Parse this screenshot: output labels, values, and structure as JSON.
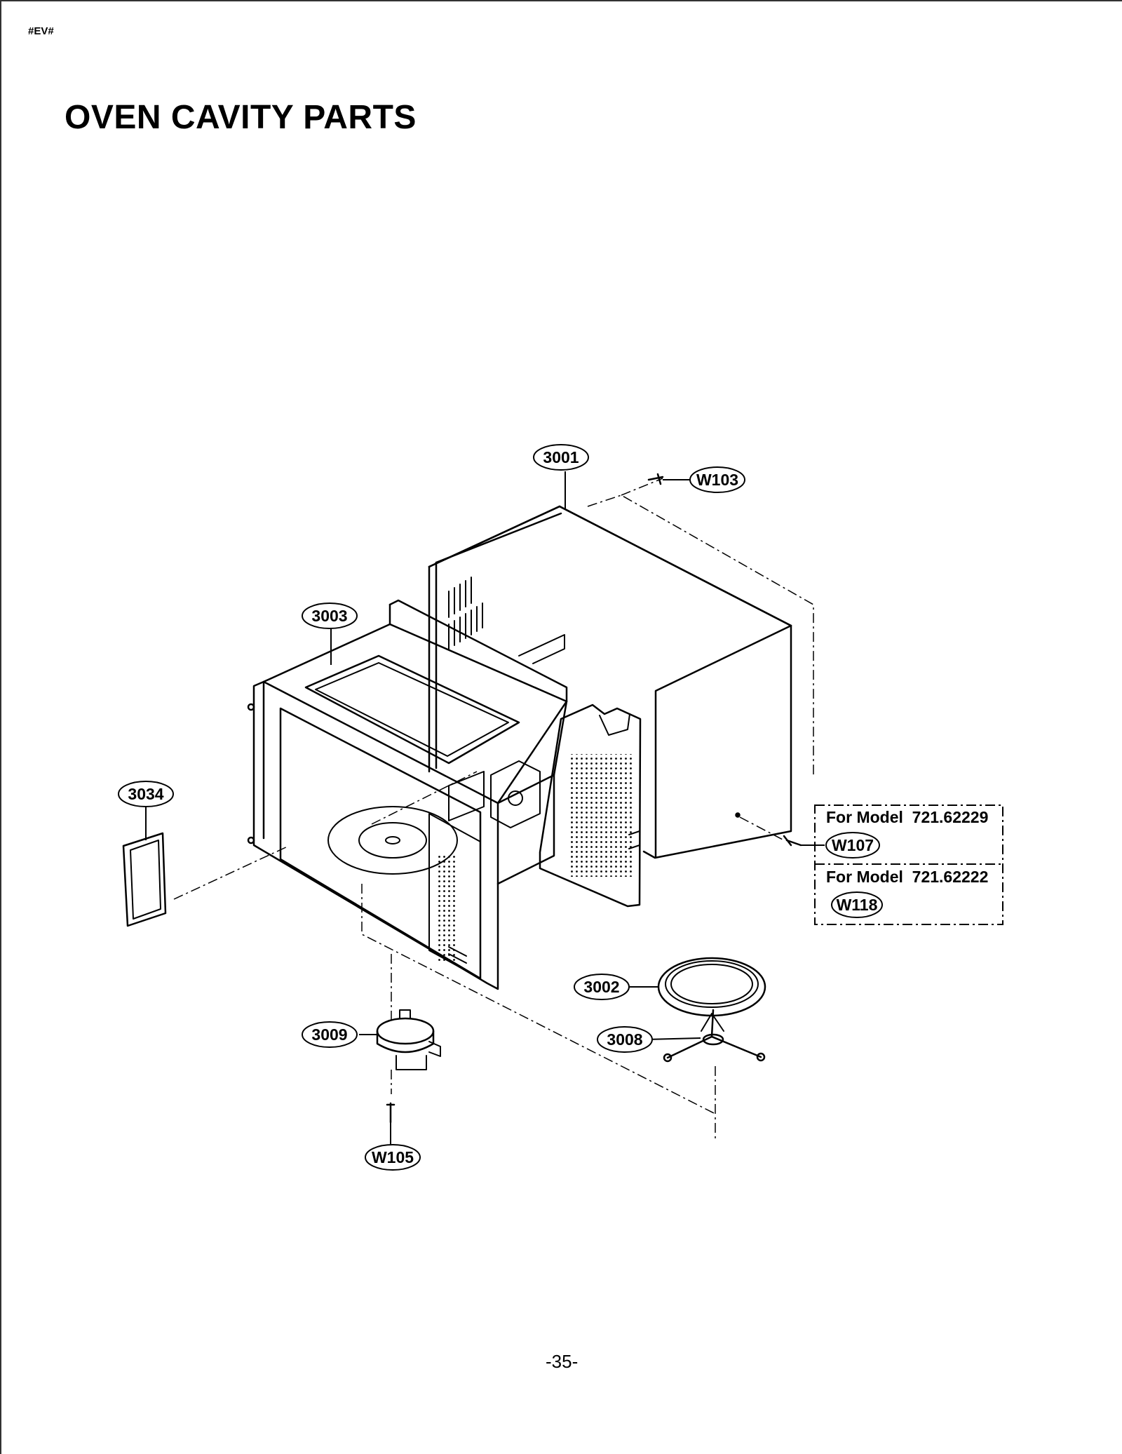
{
  "header": {
    "doc_code": "#EV#",
    "title": "OVEN CAVITY PARTS"
  },
  "callouts": {
    "p3001": "3001",
    "w103": "W103",
    "p3003": "3003",
    "p3034": "3034",
    "w107": "W107",
    "w118": "W118",
    "p3002": "3002",
    "p3008": "3008",
    "p3009": "3009",
    "w105": "W105"
  },
  "model_notes": {
    "model_a": "For Model  721.62229",
    "model_b": "For Model  721.62222"
  },
  "footer": {
    "page_number": "-35-"
  }
}
